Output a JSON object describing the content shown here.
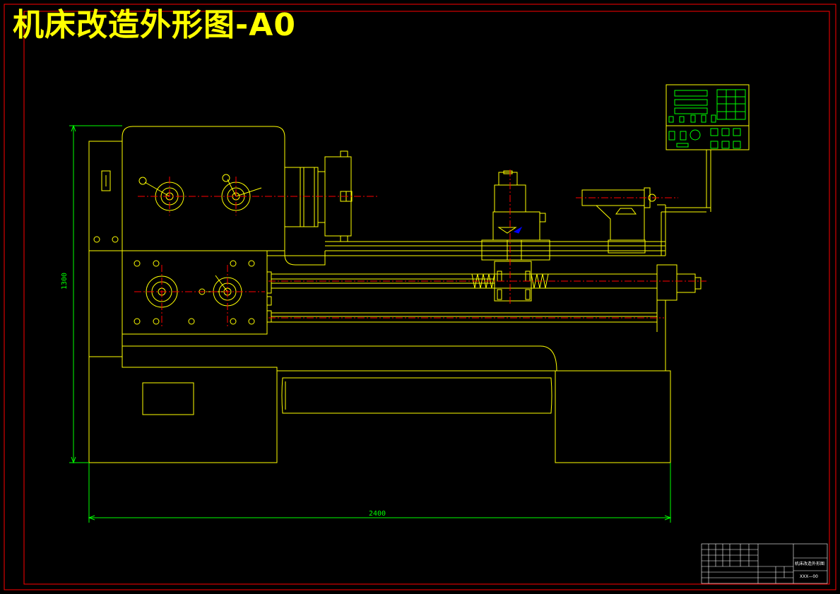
{
  "title": "机床改造外形图-A0",
  "dimensions": {
    "width": "2400",
    "height": "1300"
  },
  "title_block": {
    "drawing_name": "机床改造外形图",
    "drawing_number": "XXX—00"
  },
  "colors": {
    "background": "#000000",
    "frame": "#ff0000",
    "outline": "#ffff00",
    "dimension": "#00ff00",
    "centerline": "#ff0000",
    "panel": "#00ff00",
    "accent": "#0000ff"
  }
}
